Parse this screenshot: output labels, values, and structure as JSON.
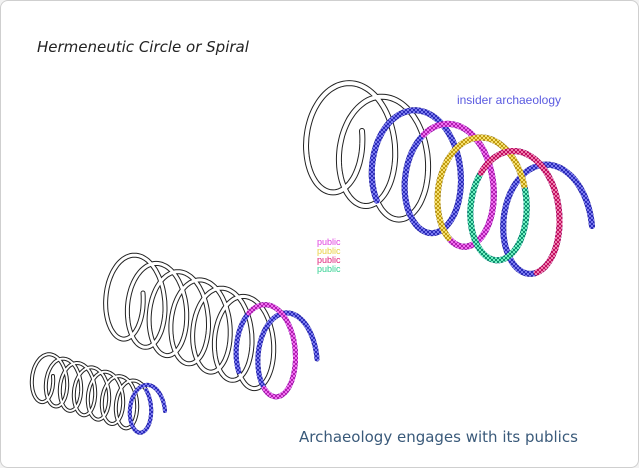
{
  "heading": "Hermeneutic Circle or Spiral",
  "caption": "Archaeology engages with its publics",
  "spiral_label": "insider archaeology",
  "legend": [
    {
      "text": "public",
      "color": "#e040e0"
    },
    {
      "text": "public",
      "color": "#e8d040"
    },
    {
      "text": "public",
      "color": "#e0207a"
    },
    {
      "text": "public",
      "color": "#30d090"
    }
  ],
  "colors": {
    "outline": "#222222",
    "insider": "#5a5ae0",
    "caption": "#3a5a7a"
  }
}
